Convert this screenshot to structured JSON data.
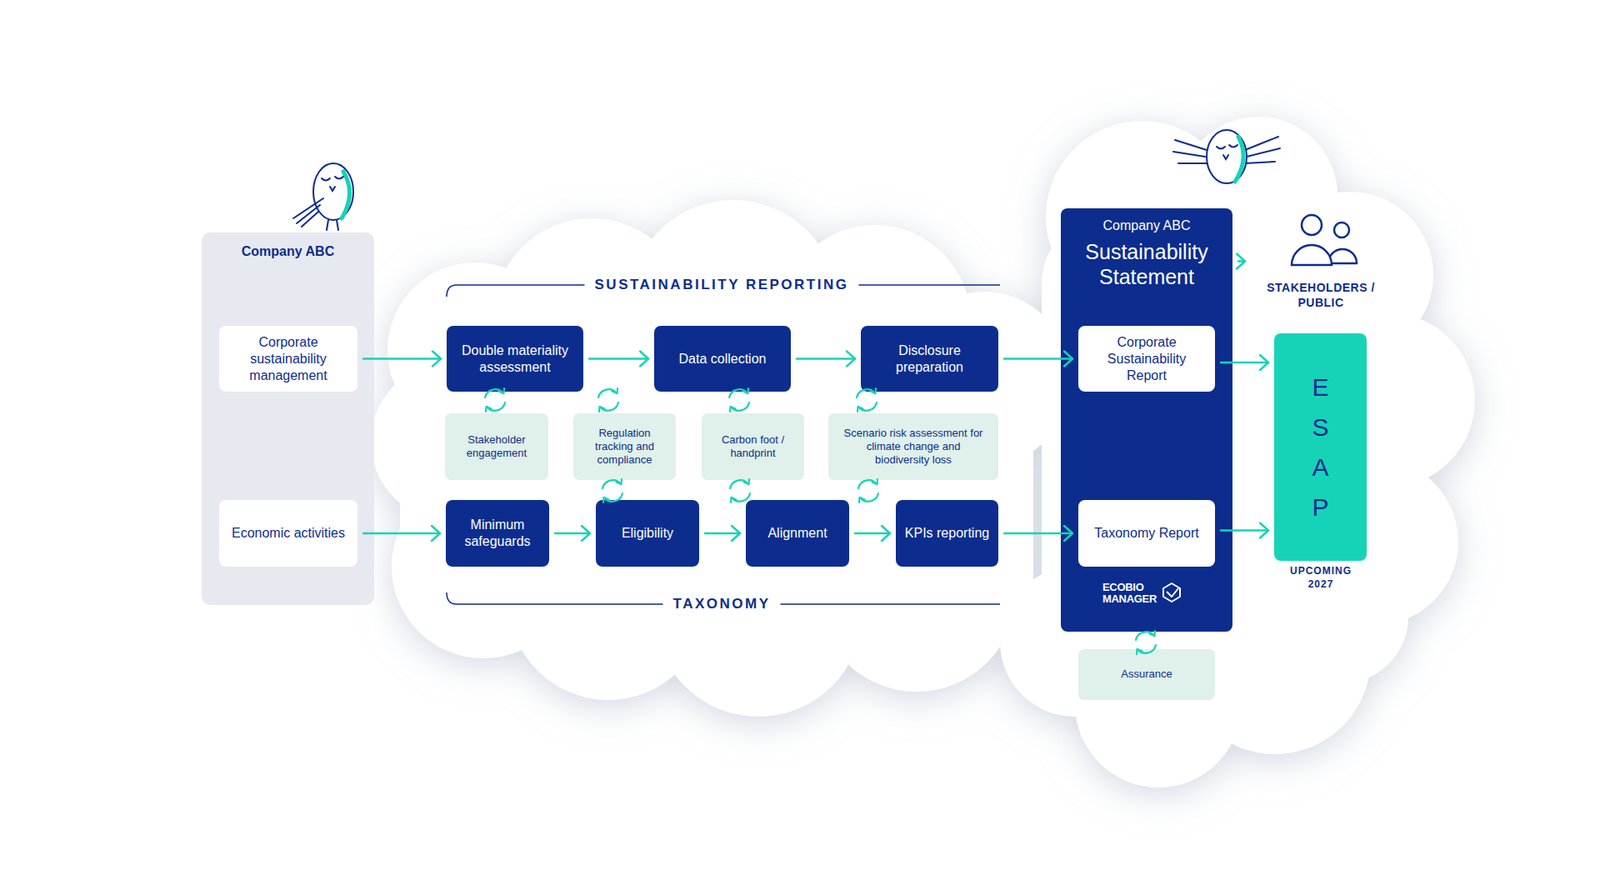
{
  "diagram": {
    "nodes": [
      {
        "text": [
          "Company ABC"
        ]
      },
      {
        "text": [
          "Corporate sustainability management"
        ],
        "in": 0
      },
      {
        "text": [
          "Economic activities"
        ],
        "in": 0
      },
      {
        "text": [
          "Double materiality assessment"
        ]
      },
      {
        "text": [
          "Data collection"
        ]
      },
      {
        "text": [
          "Disclosure preparation"
        ]
      },
      {
        "text": [
          "Stakeholder engagement"
        ]
      },
      {
        "text": [
          "Regulation tracking and compliance"
        ]
      },
      {
        "text": [
          "Carbon foot / handprint"
        ]
      },
      {
        "text": [
          "Scenario risk assessment for climate change and biodiversity loss"
        ]
      },
      {
        "text": [
          "Minimum safeguards"
        ]
      },
      {
        "text": [
          "Eligibility"
        ]
      },
      {
        "text": [
          "Alignment"
        ]
      },
      {
        "text": [
          "KPIs reporting"
        ]
      },
      {
        "text": [
          "Company ABC",
          "Sustainability Statement"
        ]
      },
      {
        "text": [
          "Corporate Sustainability Report"
        ],
        "in": 14
      },
      {
        "text": [
          "Taxonomy Report"
        ],
        "in": 14
      },
      {
        "text": [
          "Assurance"
        ]
      },
      {
        "text": [
          "ESAP"
        ]
      },
      {
        "text": [
          "STAKEHOLDERS / PUBLIC"
        ]
      }
    ],
    "edges": [
      {
        "from": 1,
        "to": 3,
        "arrow": "to"
      },
      {
        "from": 3,
        "to": 4,
        "arrow": "to"
      },
      {
        "from": 4,
        "to": 5,
        "arrow": "to"
      },
      {
        "from": 5,
        "to": 15,
        "arrow": "to"
      },
      {
        "from": 2,
        "to": 10,
        "arrow": "to"
      },
      {
        "from": 10,
        "to": 11,
        "arrow": "to"
      },
      {
        "from": 11,
        "to": 12,
        "arrow": "to"
      },
      {
        "from": 12,
        "to": 13,
        "arrow": "to"
      },
      {
        "from": 13,
        "to": 16,
        "arrow": "to"
      },
      {
        "from": 14,
        "to": 19,
        "arrow": "to"
      },
      {
        "from": 15,
        "to": 18,
        "arrow": "to"
      },
      {
        "from": 16,
        "to": 18,
        "arrow": "to"
      }
    ],
    "labels": [
      "SUSTAINABILITY REPORTING",
      "TAXONOMY",
      "ECOBIO MANAGER",
      "UPCOMING 2027"
    ]
  }
}
